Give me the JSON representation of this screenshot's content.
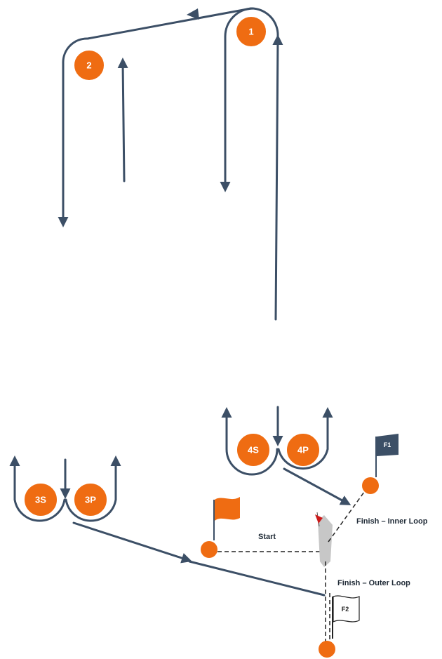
{
  "colors": {
    "path": "#3c4f66",
    "mark": "#ef6c12",
    "mark_stroke": "#ffffff",
    "finish_flag_f1": "#3c4f66",
    "start_flag": "#ef6c12",
    "committee_boat": "#c7c7c7",
    "boat_flag": "#cc1a1a",
    "line": "#222222"
  },
  "marks": {
    "m1": "1",
    "m2": "2",
    "m3s": "3S",
    "m3p": "3P",
    "m4s": "4S",
    "m4p": "4P"
  },
  "flags": {
    "f1": "F1",
    "f2": "F2"
  },
  "labels": {
    "start": "Start",
    "finish_inner": "Finish – Inner Loop",
    "finish_outer": "Finish – Outer Loop"
  },
  "icons": {
    "start_flag": "orange-flag-icon",
    "finish_flag_f1": "dark-flag-icon",
    "finish_flag_f2": "white-flag-icon",
    "committee_boat": "boat-icon"
  }
}
